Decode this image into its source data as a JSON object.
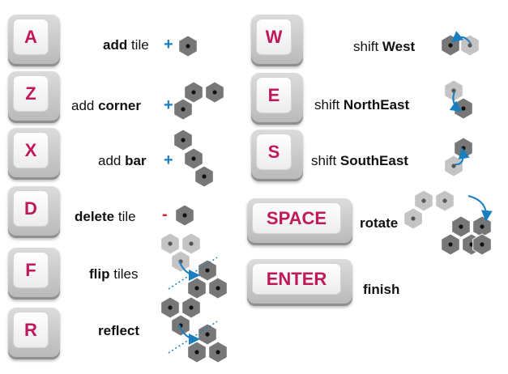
{
  "left": [
    {
      "key": "A",
      "pre": "",
      "bold": "add",
      "post": " tile",
      "sign": "+"
    },
    {
      "key": "Z",
      "pre": "add ",
      "bold": "corner",
      "post": "",
      "sign": "+"
    },
    {
      "key": "X",
      "pre": "add ",
      "bold": "bar",
      "post": "",
      "sign": "+"
    },
    {
      "key": "D",
      "pre": "",
      "bold": "delete",
      "post": " tile",
      "sign": "-"
    },
    {
      "key": "F",
      "pre": "",
      "bold": "flip",
      "post": " tiles",
      "sign": ""
    },
    {
      "key": "R",
      "pre": "",
      "bold": "reflect",
      "post": "",
      "sign": ""
    }
  ],
  "right": [
    {
      "key": "W",
      "pre": "shift ",
      "bold": "West",
      "post": ""
    },
    {
      "key": "E",
      "pre": "shift ",
      "bold": "NorthEast",
      "post": ""
    },
    {
      "key": "S",
      "pre": "shift ",
      "bold": "SouthEast",
      "post": ""
    },
    {
      "key": "SPACE",
      "pre": "",
      "bold": "rotate",
      "post": ""
    },
    {
      "key": "ENTER",
      "pre": "",
      "bold": "finish",
      "post": ""
    }
  ],
  "colors": {
    "key_text": "#c0185b",
    "plus": "#1a7fc1",
    "minus": "#d6242a",
    "hex_dark": "#777777",
    "hex_light": "#c4c4c4",
    "arrow": "#1a7fc1"
  }
}
